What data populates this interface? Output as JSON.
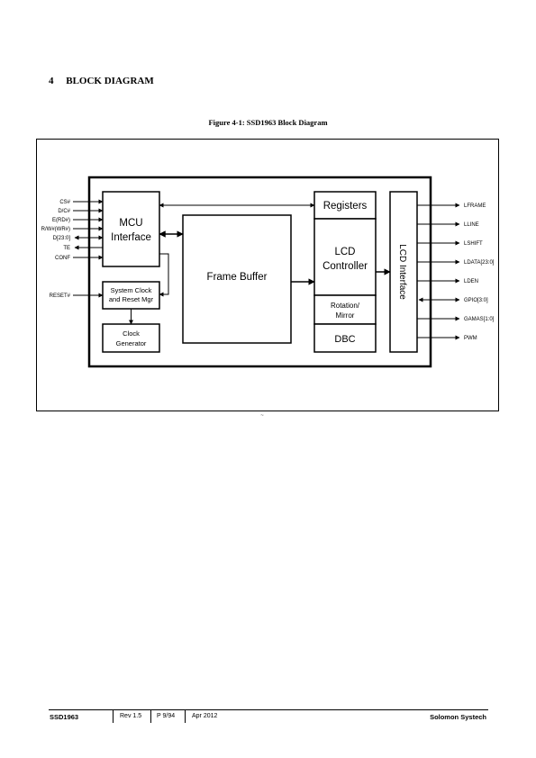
{
  "section": {
    "number": "4",
    "title": "BLOCK DIAGRAM"
  },
  "figure": {
    "caption": "Figure 4-1: SSD1963 Block Diagram",
    "blocks": {
      "mcu_line1": "MCU",
      "mcu_line2": "Interface",
      "frame_buffer": "Frame Buffer",
      "registers": "Registers",
      "lcd_line1": "LCD",
      "lcd_line2": "Controller",
      "rotation_line1": "Rotation/",
      "rotation_line2": "Mirror",
      "dbc": "DBC",
      "sysclk_line1": "System Clock",
      "sysclk_line2": "and Reset Mgr",
      "clockgen_line1": "Clock",
      "clockgen_line2": "Generator",
      "lcd_interface": "LCD Interface"
    },
    "input_signals": [
      "CS#",
      "D/C#",
      "E(RD#)",
      "R/W#(WR#)",
      "D[23:0]",
      "TE",
      "CONF"
    ],
    "reset_signal": "RESET#",
    "output_signals": [
      "LFRAME",
      "LLINE",
      "LSHIFT",
      "LDATA[23:0]",
      "LDEN",
      "GPIO[3:0]",
      "GAMAS[1:0]",
      "PWM"
    ],
    "stray_mark": "~"
  },
  "footer": {
    "doc": "SSD1963",
    "rev": "Rev 1.5",
    "page": "P 9/94",
    "date": "Apr 2012",
    "company": "Solomon Systech"
  }
}
